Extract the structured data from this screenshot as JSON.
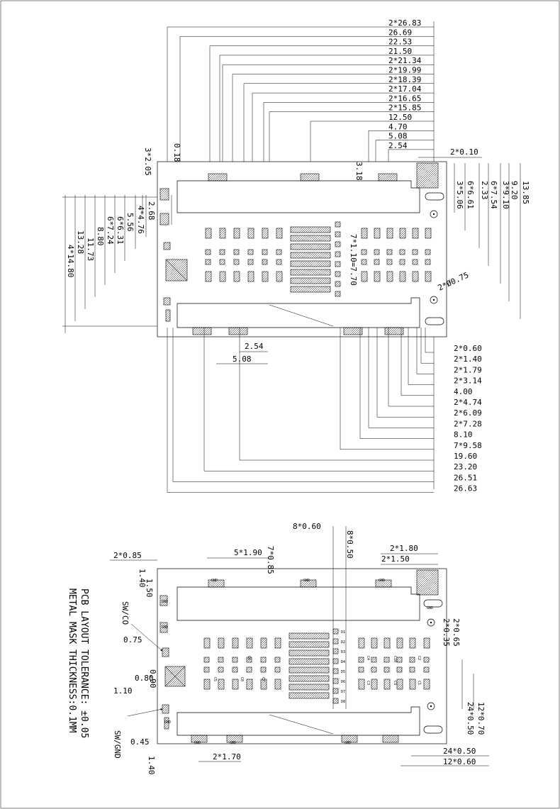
{
  "top": {
    "dims_top": [
      "2*26.83",
      "26.69",
      "22.53",
      "21.50",
      "2*21.34",
      "2*19.99",
      "2*18.39",
      "2*17.04",
      "2*16.65",
      "2*15.85",
      "12.50",
      "4.70",
      "5.08",
      "2.54"
    ],
    "dims_right_h": [
      "2*0.10"
    ],
    "dims_right_v": [
      "3*5.06",
      "6*6.61",
      "2.33",
      "6*7.54",
      "3*9.10",
      "9.20",
      "13.85"
    ],
    "dims_left_v": [
      "3*2.05",
      "0.18",
      "2.68",
      "4*4.76",
      "5.56",
      "6*6.31",
      "6*7.24",
      "8.80",
      "11.73",
      "13.28",
      "4*14.80"
    ],
    "dims_mid": [
      "3.18",
      "7*1.10=7.70",
      "2*Ø0.75"
    ],
    "dims_bottom_small": [
      "2.54",
      "5.08"
    ],
    "dims_bottom": [
      "2*0.60",
      "2*1.40",
      "2*1.79",
      "2*3.14",
      "4.00",
      "2*4.74",
      "2*6.09",
      "2*7.28",
      "8.10",
      "7*9.58",
      "19.60",
      "23.20",
      "26.51",
      "26.63"
    ]
  },
  "bottom": {
    "dims_top": [
      "8*0.60",
      "8*0.50",
      "7*0.85",
      "5*1.90",
      "2*0.85",
      "2*1.80",
      "2*1.50"
    ],
    "dims_left": [
      "1.40",
      "1.50",
      "0.75",
      "0.80",
      "0.90",
      "1.10",
      "0.45",
      "1.40"
    ],
    "dims_right": [
      "2*0.65",
      "2*0.35",
      "12*0.70",
      "24*0.50"
    ],
    "dims_bottom": [
      "2*1.70",
      "24*0.50",
      "12*0.60"
    ],
    "pin_labels": [
      "GND",
      "GND",
      "GND",
      "GND",
      "GND",
      "GND",
      "GND",
      "GND",
      "GND",
      "GND"
    ],
    "comp_labels": [
      "C1",
      "C2",
      "C3",
      "C4",
      "C5",
      "C6",
      "C7",
      "C8",
      "C9",
      "C10"
    ],
    "led_labels": [
      "D1",
      "D2",
      "D3",
      "D4",
      "D5",
      "D6",
      "D7",
      "D8"
    ],
    "callout_swco": "SW/CO",
    "callout_swgnd": "SW/GND",
    "note1": "PCB LAYOUT TOLERANCE: ±0.05",
    "note2": "METAL MASK THICKNESS:0.1MM"
  }
}
